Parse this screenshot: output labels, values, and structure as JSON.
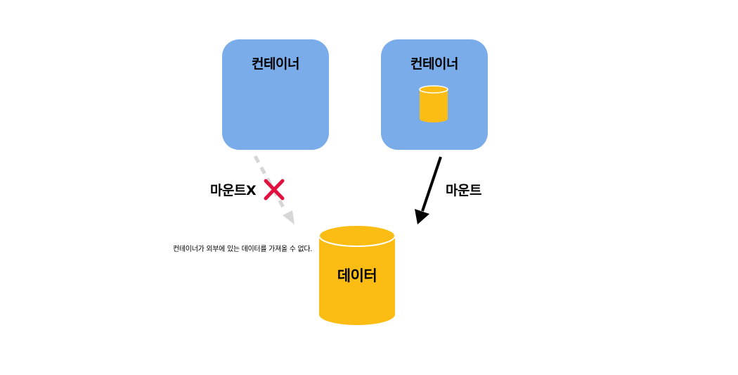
{
  "containers": [
    {
      "title": "컨테이너",
      "has_volume": false
    },
    {
      "title": "컨테이너",
      "has_volume": true
    }
  ],
  "edges": {
    "failed_mount_label": "마운트X",
    "mount_label": "마운트"
  },
  "note": "컨테이너가 외부에 있는 데이터를 가져올 수 없다.",
  "data_store": {
    "label": "데이터"
  },
  "colors": {
    "container_fill": "#7aacea",
    "cylinder_fill": "#fbbd13",
    "dashed_arrow": "#d6d6d6",
    "cross_mark": "#e0103f",
    "solid_arrow": "#000000"
  }
}
